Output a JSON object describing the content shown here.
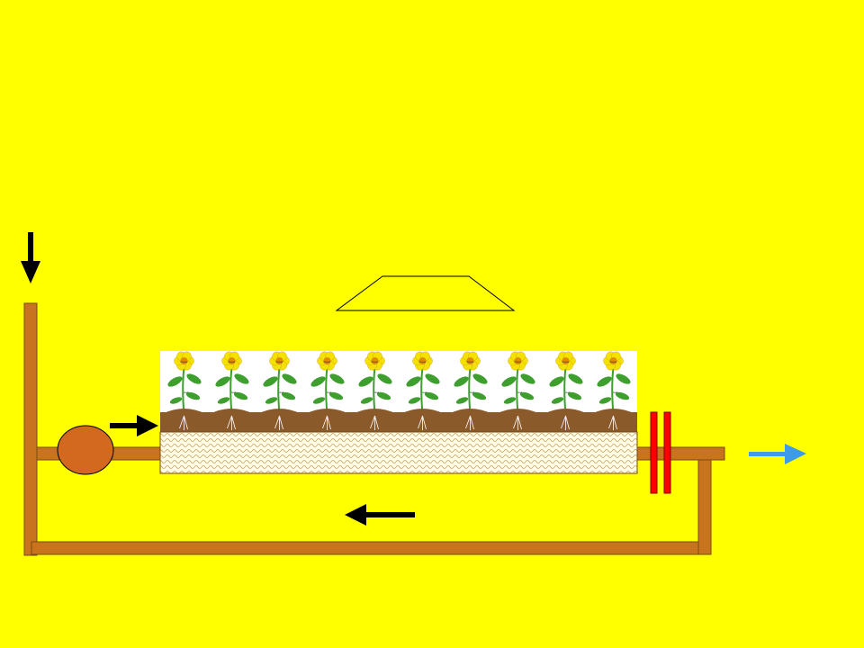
{
  "diagram": {
    "background_color": "#FFFF00",
    "pipe_color": "#C8741E",
    "pipe_outline_color": "#7A4A10",
    "pump_color": "#D2691E",
    "valve_color": "#FF0000",
    "flow_arrow_color": "#000000",
    "outlet_arrow_color": "#3D9BE9",
    "soil_color": "#8B5A2B",
    "bed_fill_color": "#FFFCE8",
    "plant_stem_color": "#3E9E2E",
    "flower_petal_color": "#F5E100",
    "flower_center_color": "#E08A00",
    "plants": [
      {
        "flower_label": "flower",
        "leaf_label": "leaf"
      },
      {
        "flower_label": "flower",
        "leaf_label": "leaf"
      },
      {
        "flower_label": "flower",
        "leaf_label": "leaf"
      },
      {
        "flower_label": "flower",
        "leaf_label": "leaf"
      },
      {
        "flower_label": "flower",
        "leaf_label": "leaf"
      },
      {
        "flower_label": "flower",
        "leaf_label": "leaf"
      },
      {
        "flower_label": "flower",
        "leaf_label": "leaf"
      },
      {
        "flower_label": "flower",
        "leaf_label": "leaf"
      },
      {
        "flower_label": "flower",
        "leaf_label": "leaf"
      },
      {
        "flower_label": "flower",
        "leaf_label": "leaf"
      }
    ],
    "icons": [
      "inlet-arrow-down-icon",
      "pump-icon",
      "flow-arrow-right-icon",
      "valve-icon",
      "outlet-arrow-right-icon",
      "return-arrow-left-icon",
      "trapezoid-shape"
    ]
  }
}
